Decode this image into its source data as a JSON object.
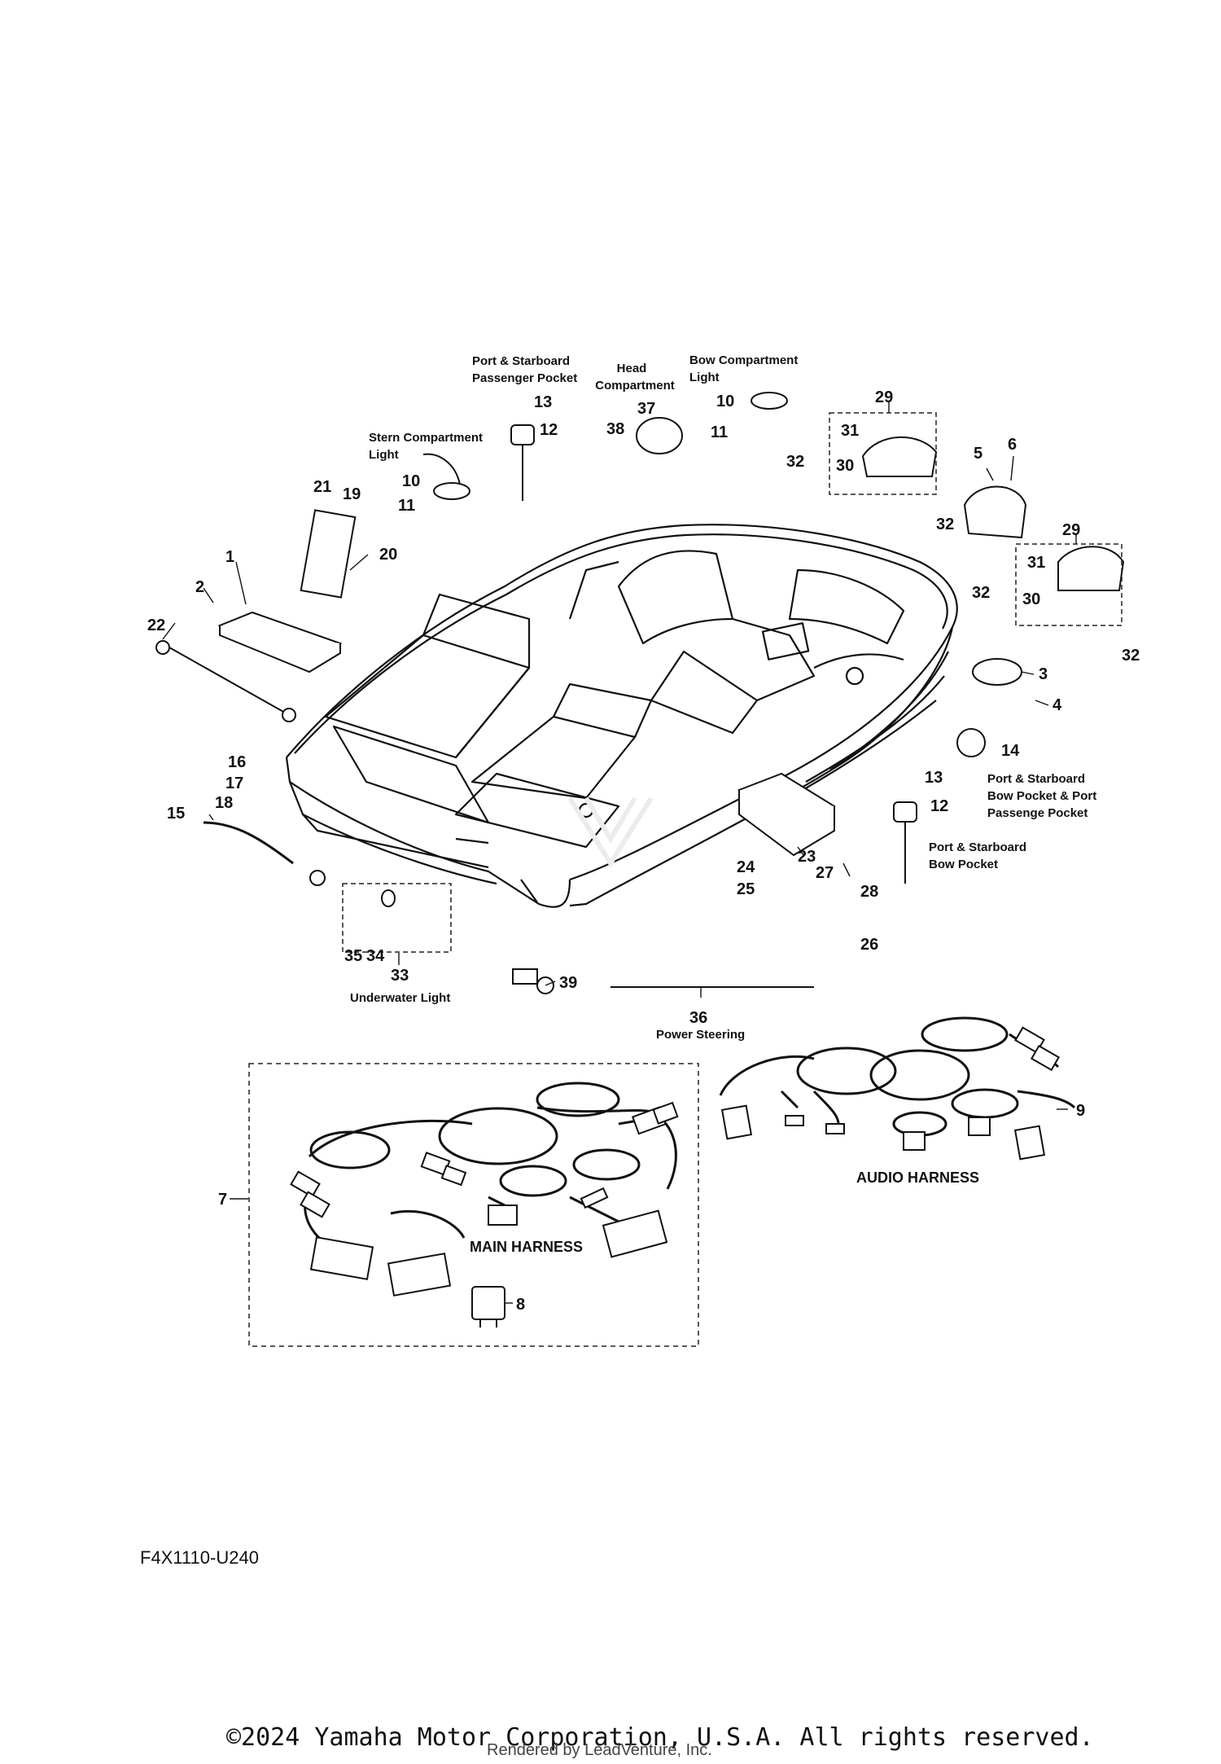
{
  "captions": {
    "port_starboard_passenger_pocket": [
      "Port & Starboard",
      "Passenger Pocket"
    ],
    "head_compartment": [
      "Head",
      "Compartment"
    ],
    "bow_compartment_light": [
      "Bow Compartment",
      "Light"
    ],
    "stern_compartment_light": [
      "Stern Compartment",
      "Light"
    ],
    "bow_pocket_port_passenge": [
      "Port & Starboard",
      "Bow Pocket & Port",
      "Passenge Pocket"
    ],
    "bow_pocket": [
      "Port & Starboard",
      "Bow Pocket"
    ],
    "underwater_light": "Underwater Light",
    "power_steering": "Power Steering",
    "main_harness": "MAIN HARNESS",
    "audio_harness": "AUDIO HARNESS"
  },
  "callouts": {
    "n1": "1",
    "n2": "2",
    "n3": "3",
    "n4": "4",
    "n5": "5",
    "n6": "6",
    "n7": "7",
    "n8": "8",
    "n9": "9",
    "n10a": "10",
    "n10b": "10",
    "n11a": "11",
    "n11b": "11",
    "n12a": "12",
    "n12b": "12",
    "n13a": "13",
    "n13b": "13",
    "n14": "14",
    "n15": "15",
    "n16": "16",
    "n17": "17",
    "n18": "18",
    "n19": "19",
    "n20": "20",
    "n21": "21",
    "n22": "22",
    "n23": "23",
    "n24": "24",
    "n25": "25",
    "n26": "26",
    "n27": "27",
    "n28": "28",
    "n29a": "29",
    "n29b": "29",
    "n30a": "30",
    "n30b": "30",
    "n31a": "31",
    "n31b": "31",
    "n32a": "32",
    "n32b": "32",
    "n32c": "32",
    "n32d": "32",
    "n33": "33",
    "n34": "34",
    "n35": "35",
    "n36": "36",
    "n37": "37",
    "n38": "38",
    "n39": "39"
  },
  "diagram_code": "F4X1110-U240",
  "copyright": "©2024 Yamaha Motor Corporation, U.S.A. All rights reserved.",
  "rendered_by": "Rendered by LeadVenture, Inc."
}
